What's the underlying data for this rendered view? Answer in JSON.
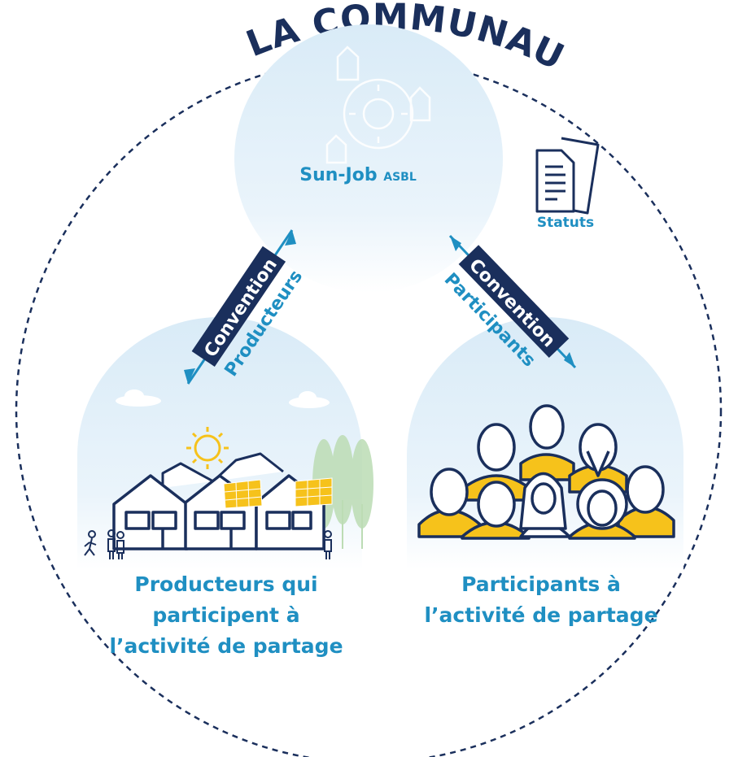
{
  "community": {
    "title": "LA COMMUNAUTÉ"
  },
  "hub": {
    "name": "Sun-Job",
    "suffix": "ASBL"
  },
  "statuts": {
    "label": "Statuts"
  },
  "conventions": {
    "producers": {
      "line1": "Convention",
      "line2": "Producteurs"
    },
    "participants": {
      "line1": "Convention",
      "line2": "Participants"
    }
  },
  "groups": {
    "producers": {
      "label": "Producteurs qui participent à l’activité de partage"
    },
    "participants": {
      "label": "Participants à l’activité de partage"
    }
  },
  "colors": {
    "primary": "#1f8fc2",
    "navy": "#1a2f5c",
    "sky": "#dcedf8",
    "yellow": "#f6c21b",
    "green": "#bcdcb4"
  }
}
